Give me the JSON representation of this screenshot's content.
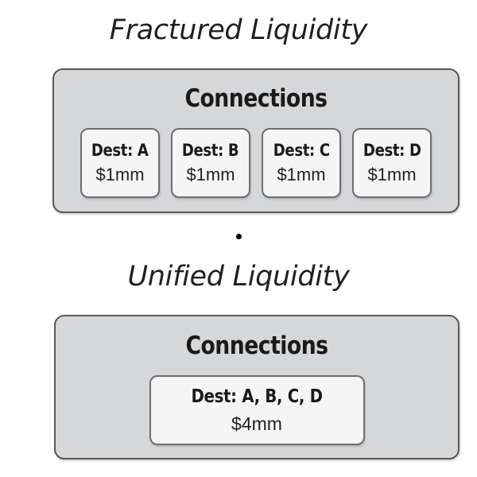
{
  "figure": {
    "separator_dot": "•"
  },
  "sections": [
    {
      "title": "Fractured Liquidity",
      "panel_heading": "Connections",
      "cards": [
        {
          "dest": "Dest: A",
          "amount": "$1mm"
        },
        {
          "dest": "Dest: B",
          "amount": "$1mm"
        },
        {
          "dest": "Dest: C",
          "amount": "$1mm"
        },
        {
          "dest": "Dest: D",
          "amount": "$1mm"
        }
      ]
    },
    {
      "title": "Unified Liquidity",
      "panel_heading": "Connections",
      "cards": [
        {
          "dest": "Dest: A, B, C, D",
          "amount": "$4mm"
        }
      ]
    }
  ],
  "colors": {
    "panel_fill": "#d6d7d9",
    "panel_border": "#58595b",
    "card_fill": "#f5f5f6",
    "card_border": "#6d6e71",
    "text": "#231f20",
    "background": "#ffffff"
  }
}
